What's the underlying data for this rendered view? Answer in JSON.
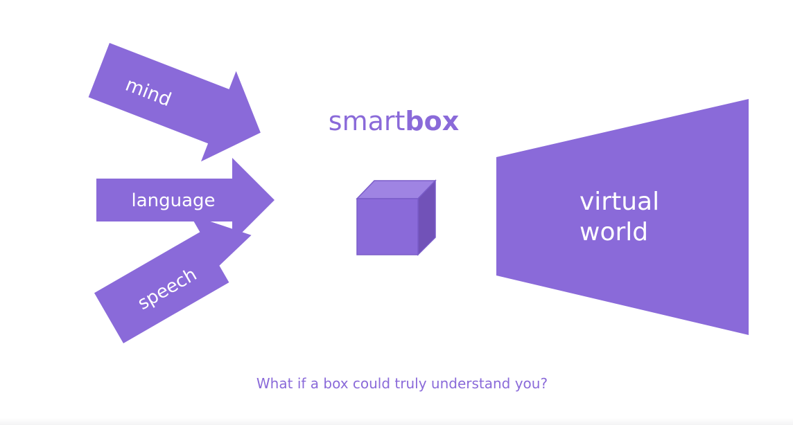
{
  "colors": {
    "accent": "#8a6ad9",
    "cube_top": "#9f84e3",
    "cube_side": "#7152b8",
    "cube_front": "#8a6ad9",
    "text_on_accent": "#ffffff"
  },
  "title": {
    "light": "smart",
    "bold": "box"
  },
  "inputs": [
    {
      "label": "mind"
    },
    {
      "label": "language"
    },
    {
      "label": "speech"
    }
  ],
  "output": {
    "line1": "virtual",
    "line2": "world"
  },
  "tagline": "What if a box could truly understand you?",
  "icons": {
    "cube": "smartbox-cube-icon"
  }
}
